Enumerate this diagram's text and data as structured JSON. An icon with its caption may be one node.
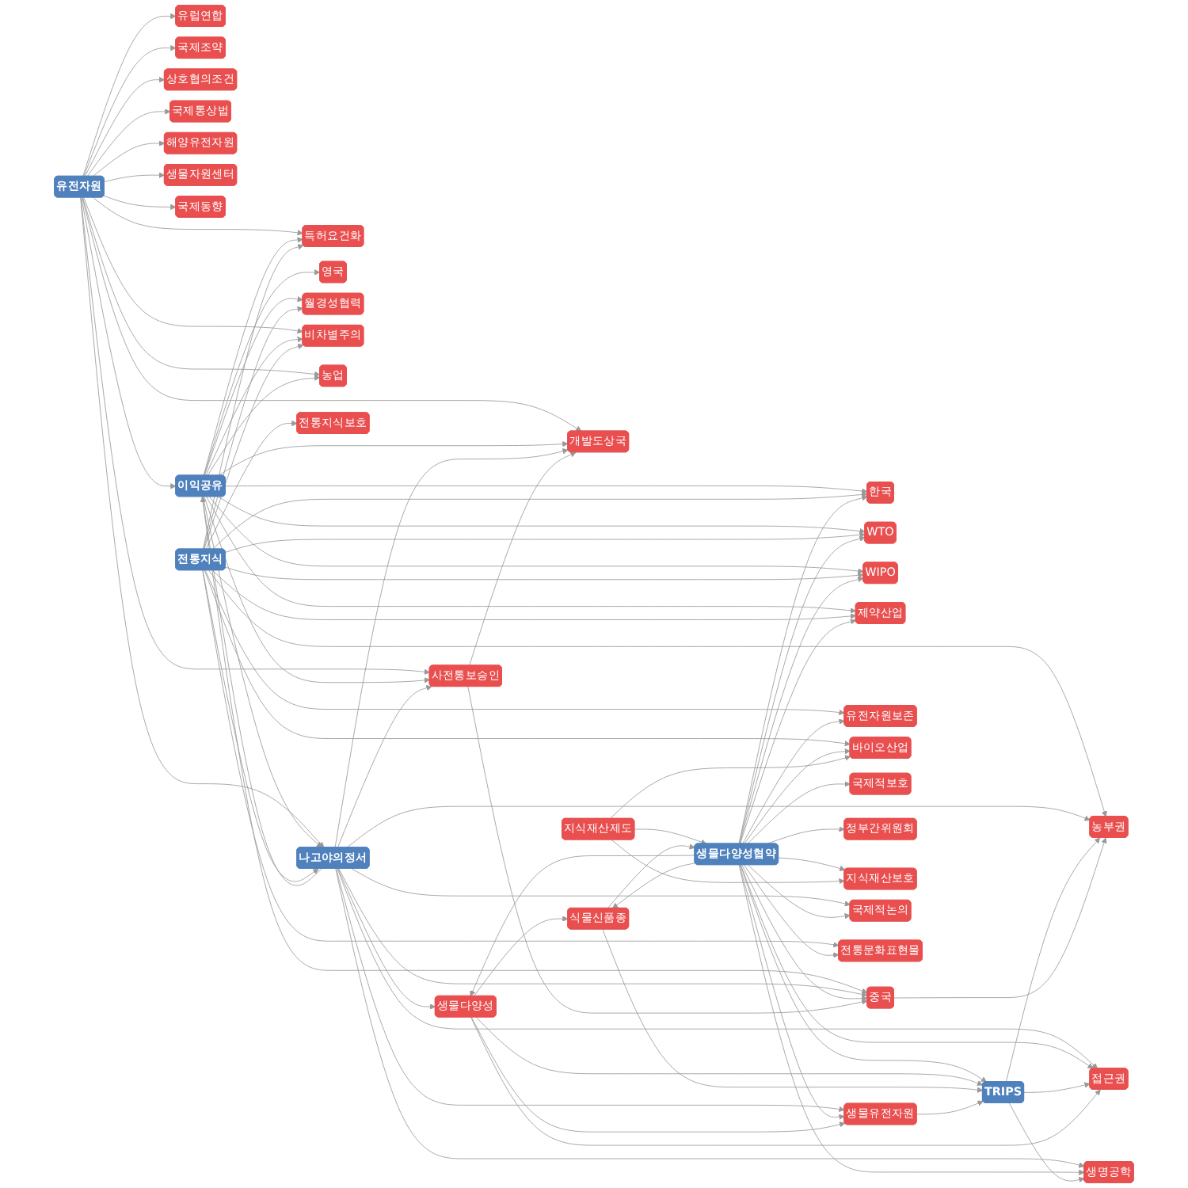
{
  "diagram": {
    "nodes": [
      {
        "text": [
          "유럽연합"
        ]
      },
      {
        "text": [
          "국제조약"
        ]
      },
      {
        "text": [
          "특허요건화"
        ]
      },
      {
        "text": [
          "상호협의조건"
        ]
      },
      {
        "text": [
          "영국"
        ]
      },
      {
        "text": [
          "국제통상법"
        ]
      },
      {
        "text": [
          "해양유전자원"
        ]
      },
      {
        "text": [
          "월경성협력"
        ]
      },
      {
        "text": [
          "생물자원센터"
        ]
      },
      {
        "text": [
          "비차별주의"
        ]
      },
      {
        "text": [
          "유전자원"
        ]
      },
      {
        "text": [
          "농업"
        ]
      },
      {
        "text": [
          "한국"
        ]
      },
      {
        "text": [
          "국제동향"
        ]
      },
      {
        "text": [
          "WTO"
        ]
      },
      {
        "text": [
          "이익공유"
        ]
      },
      {
        "text": [
          "사전통보승인"
        ]
      },
      {
        "text": [
          "WIPO"
        ]
      },
      {
        "text": [
          "전통지식"
        ]
      },
      {
        "text": [
          "나고야의정서"
        ]
      },
      {
        "text": [
          "개발도상국"
        ]
      },
      {
        "text": [
          "제약산업"
        ]
      },
      {
        "text": [
          "중국"
        ]
      },
      {
        "text": [
          "농부권"
        ]
      },
      {
        "text": [
          "유전자원보존"
        ]
      },
      {
        "text": [
          "바이오산업"
        ]
      },
      {
        "text": [
          "생물다양성협약"
        ]
      },
      {
        "text": [
          "접근권"
        ]
      },
      {
        "text": [
          "생물다양성"
        ]
      },
      {
        "text": [
          "국제적보호"
        ]
      },
      {
        "text": [
          "지식재산제도"
        ]
      },
      {
        "text": [
          "전통지식보호"
        ]
      },
      {
        "text": [
          "생물유전자원"
        ]
      },
      {
        "text": [
          "정부간위원회"
        ]
      },
      {
        "text": [
          "TRIPS"
        ]
      },
      {
        "text": [
          "지식재산보호"
        ]
      },
      {
        "text": [
          "식물신품종"
        ]
      },
      {
        "text": [
          "생명공학"
        ]
      },
      {
        "text": [
          "국제적논의"
        ]
      },
      {
        "text": [
          "전통문화표현물"
        ]
      }
    ],
    "edges": [
      {
        "from": 10,
        "to": 0,
        "arrow": "to"
      },
      {
        "from": 10,
        "to": 1,
        "arrow": "to"
      },
      {
        "from": 10,
        "to": 3,
        "arrow": "to"
      },
      {
        "from": 10,
        "to": 5,
        "arrow": "to"
      },
      {
        "from": 10,
        "to": 6,
        "arrow": "to"
      },
      {
        "from": 10,
        "to": 8,
        "arrow": "to"
      },
      {
        "from": 10,
        "to": 11,
        "arrow": "to"
      },
      {
        "from": 10,
        "to": 13,
        "arrow": "to"
      },
      {
        "from": 10,
        "to": 16,
        "arrow": "to"
      },
      {
        "from": 10,
        "to": 20,
        "arrow": "to"
      },
      {
        "from": 10,
        "to": 15,
        "arrow": "to"
      },
      {
        "from": 10,
        "to": 19,
        "arrow": "to"
      },
      {
        "from": 10,
        "to": 9,
        "arrow": "to"
      },
      {
        "from": 10,
        "to": 2,
        "arrow": "to"
      },
      {
        "from": 15,
        "to": 2,
        "arrow": "to"
      },
      {
        "from": 15,
        "to": 4,
        "arrow": "to"
      },
      {
        "from": 15,
        "to": 7,
        "arrow": "to"
      },
      {
        "from": 15,
        "to": 9,
        "arrow": "to"
      },
      {
        "from": 15,
        "to": 12,
        "arrow": "to"
      },
      {
        "from": 15,
        "to": 14,
        "arrow": "to"
      },
      {
        "from": 15,
        "to": 17,
        "arrow": "to"
      },
      {
        "from": 15,
        "to": 21,
        "arrow": "to"
      },
      {
        "from": 15,
        "to": 19,
        "arrow": "to"
      },
      {
        "from": 15,
        "to": 16,
        "arrow": "to"
      },
      {
        "from": 15,
        "to": 22,
        "arrow": "to"
      },
      {
        "from": 15,
        "to": 20,
        "arrow": "to"
      },
      {
        "from": 15,
        "to": 11,
        "arrow": "to"
      },
      {
        "from": 18,
        "to": 2,
        "arrow": "to"
      },
      {
        "from": 18,
        "to": 7,
        "arrow": "to"
      },
      {
        "from": 18,
        "to": 9,
        "arrow": "to"
      },
      {
        "from": 18,
        "to": 12,
        "arrow": "to"
      },
      {
        "from": 18,
        "to": 14,
        "arrow": "to"
      },
      {
        "from": 18,
        "to": 17,
        "arrow": "to"
      },
      {
        "from": 18,
        "to": 21,
        "arrow": "to"
      },
      {
        "from": 18,
        "to": 24,
        "arrow": "to"
      },
      {
        "from": 18,
        "to": 25,
        "arrow": "to"
      },
      {
        "from": 18,
        "to": 31,
        "arrow": "to"
      },
      {
        "from": 18,
        "to": 39,
        "arrow": "to"
      },
      {
        "from": 18,
        "to": 19,
        "arrow": "to"
      },
      {
        "from": 18,
        "to": 23,
        "arrow": "to"
      },
      {
        "from": 19,
        "to": 16,
        "arrow": "to"
      },
      {
        "from": 19,
        "to": 20,
        "arrow": "to"
      },
      {
        "from": 19,
        "to": 22,
        "arrow": "to"
      },
      {
        "from": 19,
        "to": 23,
        "arrow": "to"
      },
      {
        "from": 19,
        "to": 27,
        "arrow": "to"
      },
      {
        "from": 19,
        "to": 28,
        "arrow": "to"
      },
      {
        "from": 19,
        "to": 32,
        "arrow": "to"
      },
      {
        "from": 19,
        "to": 37,
        "arrow": "to"
      },
      {
        "from": 19,
        "to": 38,
        "arrow": "to"
      },
      {
        "from": 19,
        "to": 15,
        "arrow": "to"
      },
      {
        "from": 26,
        "to": 12,
        "arrow": "to"
      },
      {
        "from": 26,
        "to": 14,
        "arrow": "to"
      },
      {
        "from": 26,
        "to": 17,
        "arrow": "to"
      },
      {
        "from": 26,
        "to": 21,
        "arrow": "to"
      },
      {
        "from": 26,
        "to": 24,
        "arrow": "to"
      },
      {
        "from": 26,
        "to": 25,
        "arrow": "to"
      },
      {
        "from": 26,
        "to": 27,
        "arrow": "to"
      },
      {
        "from": 26,
        "to": 28,
        "arrow": "to"
      },
      {
        "from": 26,
        "to": 29,
        "arrow": "to"
      },
      {
        "from": 26,
        "to": 32,
        "arrow": "to"
      },
      {
        "from": 26,
        "to": 33,
        "arrow": "to"
      },
      {
        "from": 26,
        "to": 34,
        "arrow": "to"
      },
      {
        "from": 26,
        "to": 35,
        "arrow": "to"
      },
      {
        "from": 26,
        "to": 36,
        "arrow": "to"
      },
      {
        "from": 26,
        "to": 37,
        "arrow": "to"
      },
      {
        "from": 26,
        "to": 38,
        "arrow": "to"
      },
      {
        "from": 26,
        "to": 39,
        "arrow": "to"
      },
      {
        "from": 26,
        "to": 22,
        "arrow": "to"
      },
      {
        "from": 34,
        "to": 37,
        "arrow": "to"
      },
      {
        "from": 34,
        "to": 27,
        "arrow": "to"
      },
      {
        "from": 34,
        "to": 23,
        "arrow": "to"
      },
      {
        "from": 28,
        "to": 34,
        "arrow": "to"
      },
      {
        "from": 28,
        "to": 36,
        "arrow": "to"
      },
      {
        "from": 28,
        "to": 32,
        "arrow": "to"
      },
      {
        "from": 28,
        "to": 27,
        "arrow": "to"
      },
      {
        "from": 30,
        "to": 25,
        "arrow": "to"
      },
      {
        "from": 30,
        "to": 35,
        "arrow": "to"
      },
      {
        "from": 30,
        "to": 26,
        "arrow": "to"
      },
      {
        "from": 36,
        "to": 34,
        "arrow": "to"
      },
      {
        "from": 36,
        "to": 26,
        "arrow": "to"
      },
      {
        "from": 32,
        "to": 34,
        "arrow": "to"
      },
      {
        "from": 16,
        "to": 22,
        "arrow": "to"
      },
      {
        "from": 16,
        "to": 20,
        "arrow": "to"
      },
      {
        "from": 22,
        "to": 23,
        "arrow": "to"
      }
    ]
  }
}
